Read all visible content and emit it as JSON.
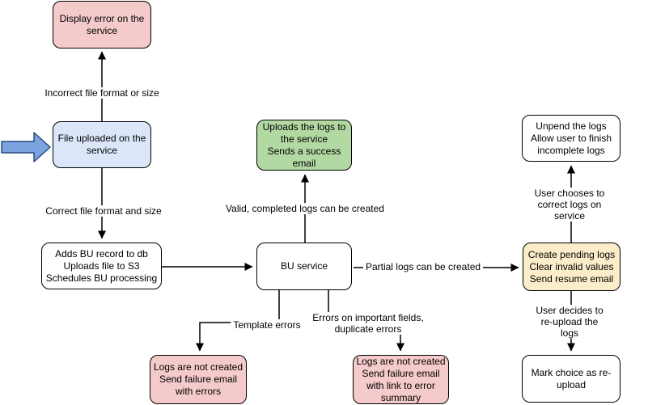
{
  "diagram": {
    "nodes": [
      {
        "id": "display-error",
        "label": "Display error on the\nservice",
        "fill": "#f5caca"
      },
      {
        "id": "file-uploaded",
        "label": "File uploaded on the\nservice",
        "fill": "#dbe7f9"
      },
      {
        "id": "adds-bu-record",
        "label": "Adds BU record to db\nUploads file to S3\nSchedules BU processing",
        "fill": "#ffffff"
      },
      {
        "id": "bu-service",
        "label": "BU service",
        "fill": "#ffffff"
      },
      {
        "id": "uploads-logs-success",
        "label": "Uploads the logs to\nthe service\nSends a success\nemail",
        "fill": "#b3d9a2"
      },
      {
        "id": "logs-not-created-errors",
        "label": "Logs are not created\nSend failure email\nwith errors",
        "fill": "#f5caca"
      },
      {
        "id": "logs-not-created-summary",
        "label": "Logs are not created\nSend failure email\nwith link to error\nsummary",
        "fill": "#f5caca"
      },
      {
        "id": "create-pending-logs",
        "label": "Create pending logs\nClear invalid values\nSend resume email",
        "fill": "#fbedc9"
      },
      {
        "id": "unpend-logs",
        "label": "Unpend the logs\nAllow user to finish\nincomplete logs",
        "fill": "#ffffff"
      },
      {
        "id": "mark-choice-reupload",
        "label": "Mark choice as re-\nupload",
        "fill": "#ffffff"
      }
    ],
    "edge_labels": [
      {
        "text": "Incorrect file format or size"
      },
      {
        "text": "Correct file format and size"
      },
      {
        "text": "Valid, completed logs can be created"
      },
      {
        "text": "Partial logs can be created"
      },
      {
        "text": "Template errors"
      },
      {
        "text": "Errors on important fields,\nduplicate errors"
      },
      {
        "text": "User chooses to correct logs on service"
      },
      {
        "text": "User decides to re-upload the logs"
      }
    ],
    "colors": {
      "node_border": "#000000",
      "edge_line": "#000000",
      "pink_fill": "#f5caca",
      "blue_fill": "#dbe7f9",
      "green_fill": "#b3d9a2",
      "yellow_fill": "#fbedc9",
      "white_fill": "#ffffff",
      "entry_arrow_fill": "#7aa3e0",
      "entry_arrow_border": "#2a4a7c"
    }
  }
}
